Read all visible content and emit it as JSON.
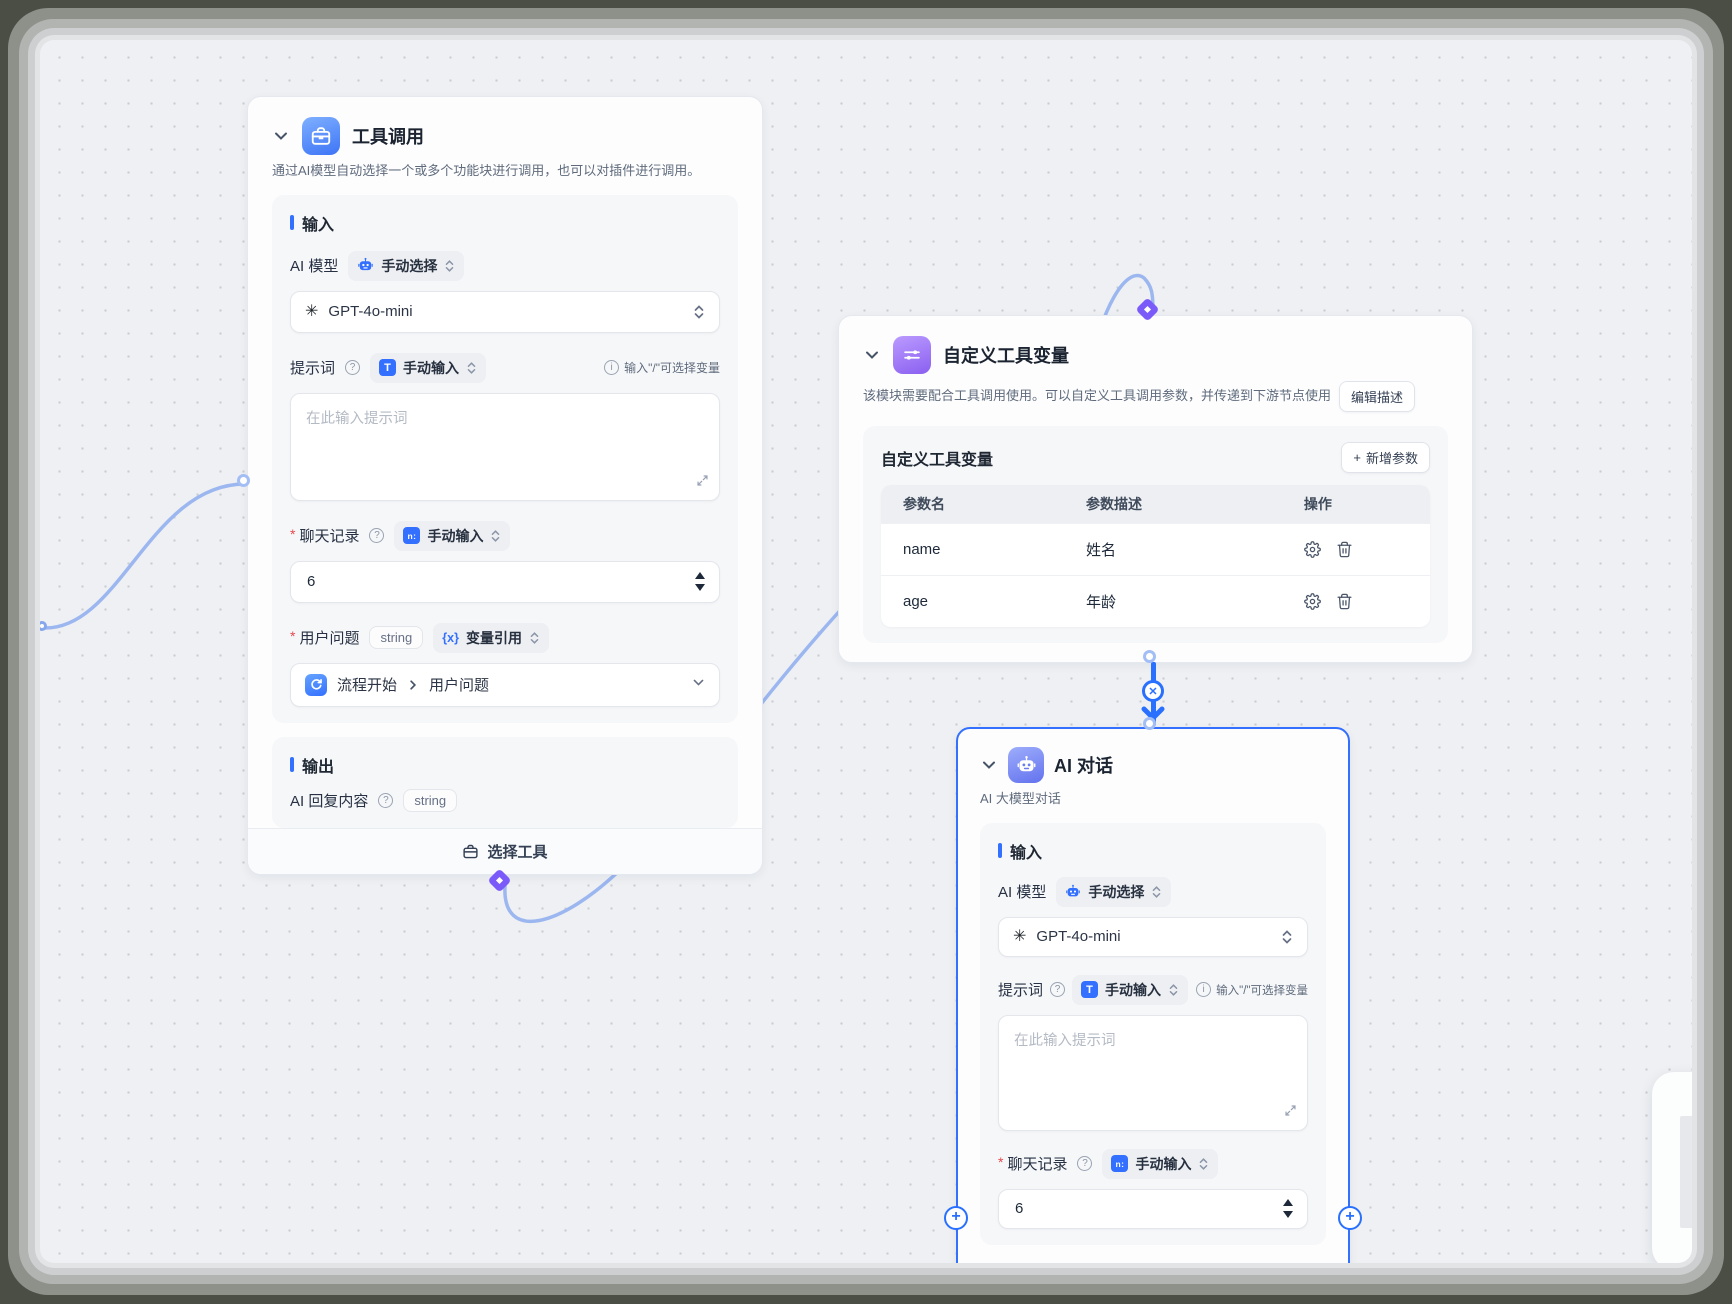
{
  "icons": {
    "help": "?",
    "info": "i",
    "text_chip": "T",
    "number_chip": "n:",
    "variable_chip": "{x}",
    "openai": "✳",
    "plus": "+",
    "close": "✕"
  },
  "tool_call_node": {
    "title": "工具调用",
    "description": "通过AI模型自动选择一个或多个功能块进行调用，也可以对插件进行调用。",
    "input_section": {
      "label": "输入",
      "ai_model_label": "AI 模型",
      "ai_model_badge": "手动选择",
      "model_name": "GPT-4o-mini",
      "prompt_label": "提示词",
      "prompt_badge": "手动输入",
      "prompt_hint": "输入\"/\"可选择变量",
      "prompt_placeholder": "在此输入提示词",
      "chat_history_label": "聊天记录",
      "chat_history_badge": "手动输入",
      "chat_history_value": "6",
      "user_question_label": "用户问题",
      "user_question_type": "string",
      "user_question_badge": "变量引用",
      "user_question_source": "流程开始",
      "user_question_field": "用户问题"
    },
    "output_section": {
      "label": "输出",
      "reply_label": "AI 回复内容",
      "reply_type": "string"
    },
    "footer": {
      "select_tool": "选择工具"
    }
  },
  "custom_vars_node": {
    "title": "自定义工具变量",
    "description": "该模块需要配合工具调用使用。可以自定义工具调用参数，并传递到下游节点使用",
    "edit_desc_button": "编辑描述",
    "panel_title": "自定义工具变量",
    "add_param_button": "新增参数",
    "table": {
      "headers": {
        "name": "参数名",
        "desc": "参数描述",
        "actions": "操作"
      },
      "rows": [
        {
          "name": "name",
          "desc": "姓名"
        },
        {
          "name": "age",
          "desc": "年龄"
        }
      ]
    }
  },
  "ai_chat_node": {
    "title": "AI 对话",
    "subtitle": "AI 大模型对话",
    "input_section": {
      "label": "输入",
      "ai_model_label": "AI 模型",
      "ai_model_badge": "手动选择",
      "model_name": "GPT-4o-mini",
      "prompt_label": "提示词",
      "prompt_badge": "手动输入",
      "prompt_hint": "输入\"/\"可选择变量",
      "prompt_placeholder": "在此输入提示词",
      "chat_history_label": "聊天记录",
      "chat_history_badge": "手动输入",
      "chat_history_value": "6"
    }
  }
}
